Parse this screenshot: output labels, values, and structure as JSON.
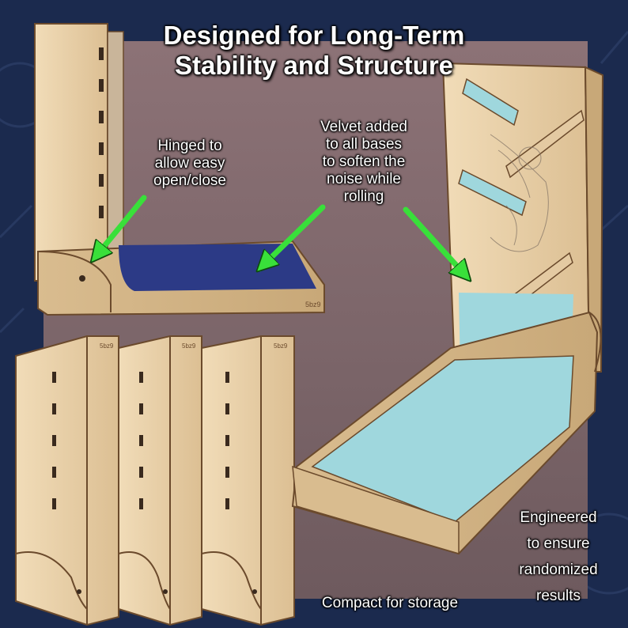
{
  "title_lines": [
    "Designed for Long-Term",
    "Stability and Structure"
  ],
  "callouts": {
    "hinged": [
      "Hinged to",
      "allow easy",
      "open/close"
    ],
    "velvet": [
      "Velvet added",
      "to all bases",
      "to soften the",
      "noise while",
      "rolling"
    ],
    "engineered": [
      "Engineered",
      "to ensure",
      "randomized",
      "results"
    ],
    "compact": "Compact for storage"
  },
  "engraving": "5bz9",
  "colors": {
    "background": "#1b2a4e",
    "panel": "#7f686c",
    "wood": "#e8cfa8",
    "arrow": "#39e03a",
    "velvet_blue": "#2c3a86",
    "felt_teal": "#9fd7dd"
  }
}
